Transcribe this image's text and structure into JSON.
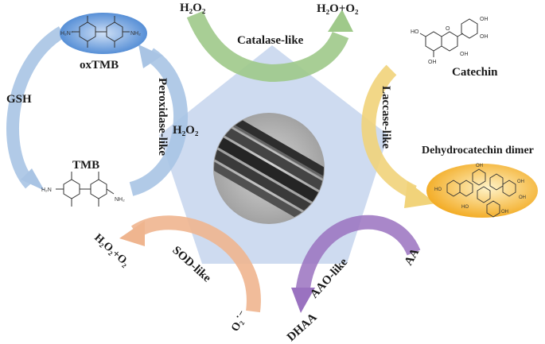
{
  "labels": {
    "h2o2_top": "H₂O₂",
    "h2o_o2": "H₂O+O₂",
    "catalase": "Catalase-like",
    "oxtmb": "oxTMB",
    "gsh": "GSH",
    "peroxidase": "Peroxidase-like",
    "h2o2_mid": "H₂O₂",
    "tmb": "TMB",
    "laccase": "Laccase-like",
    "catechin": "Catechin",
    "dehydro": "Dehydrocatechin dimer",
    "sod": "SOD-like",
    "h2o2_o2": "H₂O₂+O₂",
    "superoxide": "O₂˙⁻",
    "aao": "AAO-like",
    "aa": "AA",
    "dhaa": "DHAA"
  },
  "colors": {
    "pentagon": "#c9d7ee",
    "catalase_arrow": "#9fc98a",
    "peroxidase_arrow": "#a9c4e4",
    "laccase_arrow": "#f1d37a",
    "sod_arrow": "#efb58f",
    "aao_arrow": "#9a72c0",
    "oxtmb_blob": "#3f7fd0",
    "dimer_blob": "#f2a81c"
  },
  "icons": {
    "tem_image": "nanorod-tem-micrograph",
    "molecule": "chemical-structure"
  }
}
